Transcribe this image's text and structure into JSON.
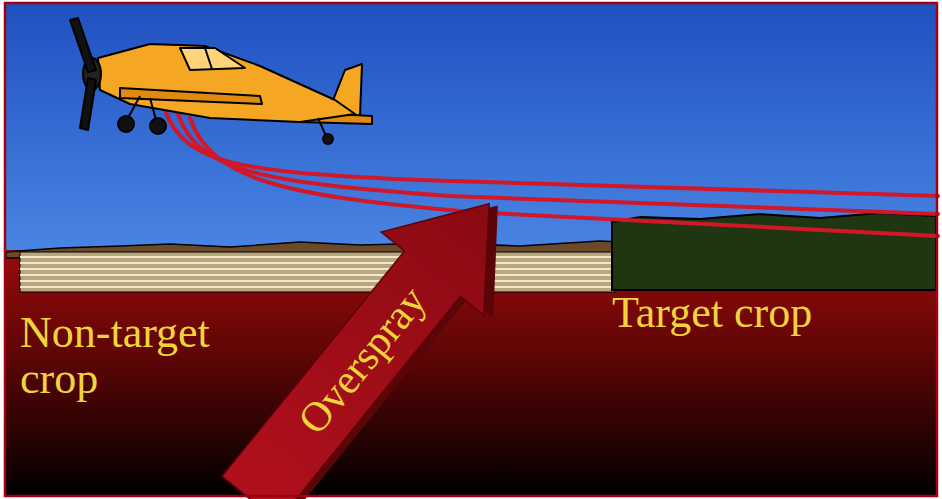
{
  "diagram": {
    "labels": [
      "Non-target crop",
      "Overspray",
      "Target crop"
    ]
  }
}
